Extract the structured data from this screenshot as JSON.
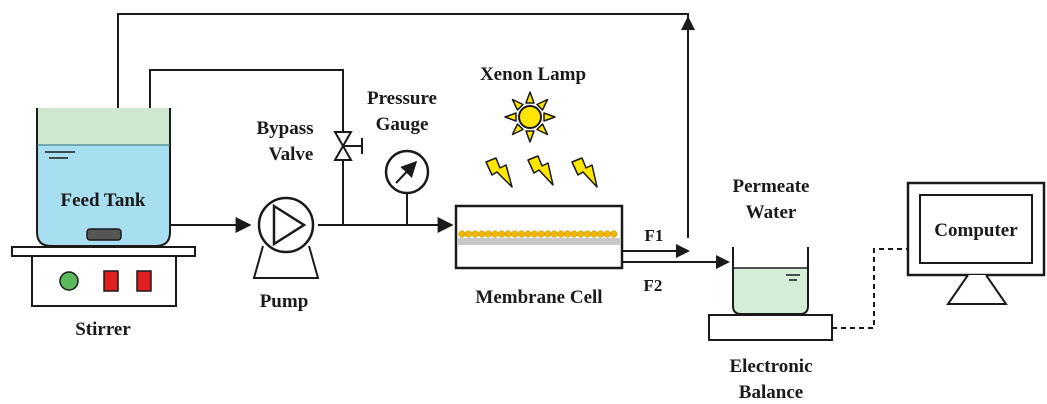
{
  "labels": {
    "feed_tank": "Feed Tank",
    "stirrer": "Stirrer",
    "pump": "Pump",
    "bypass_valve_line1": "Bypass",
    "bypass_valve_line2": "Valve",
    "pressure_gauge_line1": "Pressure",
    "pressure_gauge_line2": "Gauge",
    "xenon_lamp": "Xenon Lamp",
    "membrane_cell": "Membrane Cell",
    "f1": "F1",
    "f2": "F2",
    "permeate_water_line1": "Permeate",
    "permeate_water_line2": "Water",
    "electronic_balance_line1": "Electronic",
    "electronic_balance_line2": "Balance",
    "computer": "Computer"
  },
  "colors": {
    "water_fill": "#a8dff0",
    "water_headspace": "#cfe6cf",
    "beaker_fill": "#d5ecd7",
    "membrane_band": "#c8c8c8",
    "membrane_particles": "#f2b800",
    "sun": "#ffe600",
    "lightning": "#ffe600",
    "stirrer_green": "#5cb85c",
    "stirrer_red": "#e02020",
    "line": "#1a1a1a"
  },
  "icons": {
    "xenon_lamp": "sun-icon",
    "light_rays": "lightning-icon",
    "pump": "pump-icon",
    "bypass_valve": "valve-icon",
    "pressure_gauge": "gauge-icon",
    "computer": "monitor-icon"
  }
}
